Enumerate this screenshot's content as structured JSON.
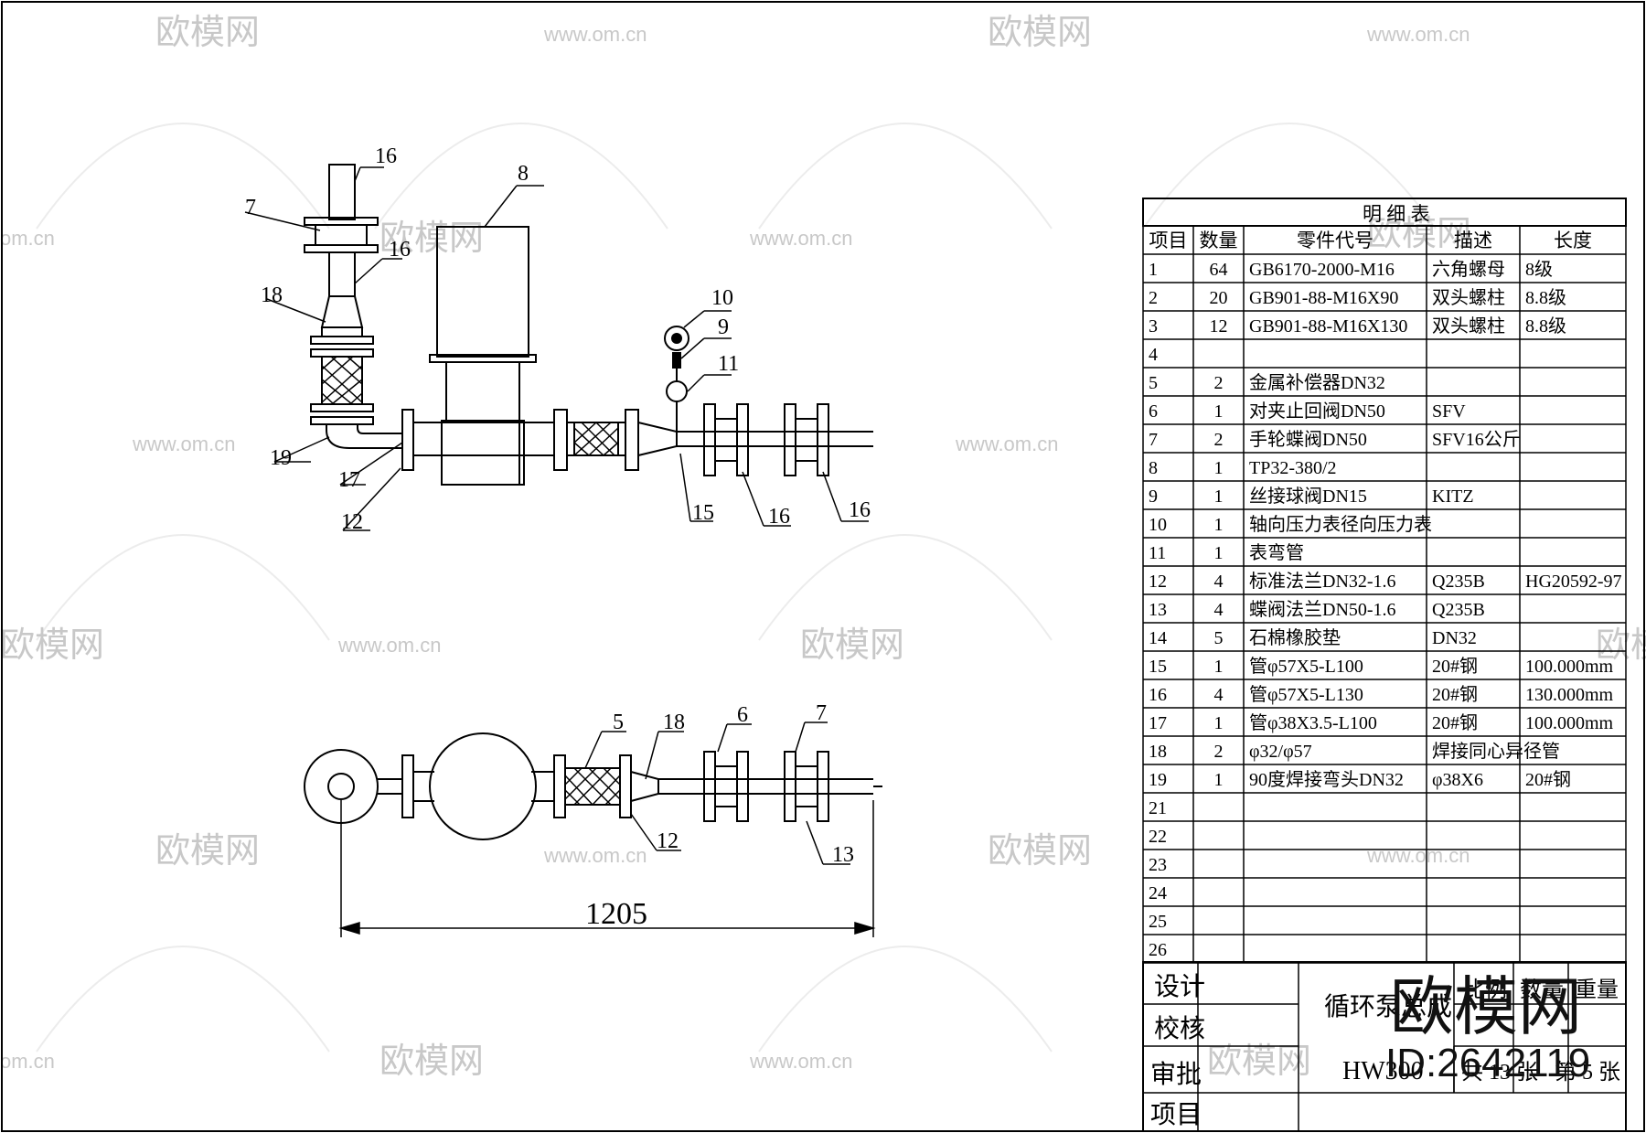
{
  "watermark": {
    "brand": "欧模网",
    "site": "www.om.cn",
    "site_short": "om.cn",
    "partial_brand": "欧模网",
    "big_brand": "欧模网",
    "id_text": "ID:2642119"
  },
  "callouts": {
    "c16a": "16",
    "c7a": "7",
    "c16b": "16",
    "c18a": "18",
    "c8": "8",
    "c10": "10",
    "c9": "9",
    "c11": "11",
    "c19": "19",
    "c17": "17",
    "c12a": "12",
    "c15": "15",
    "c16c": "16",
    "c16d": "16",
    "c5": "5",
    "c18b": "18",
    "c6": "6",
    "c7b": "7",
    "c12b": "12",
    "c13": "13"
  },
  "dimension": "1205",
  "bom": {
    "title": "明 细 表",
    "headers": [
      "项目",
      "数量",
      "零件代号",
      "描述",
      "长度"
    ],
    "rows": [
      [
        "1",
        "64",
        "GB6170-2000-M16",
        "六角螺母",
        "8级"
      ],
      [
        "2",
        "20",
        "GB901-88-M16X90",
        "双头螺柱",
        "8.8级"
      ],
      [
        "3",
        "12",
        "GB901-88-M16X130",
        "双头螺柱",
        "8.8级"
      ],
      [
        "4",
        "",
        "",
        "",
        ""
      ],
      [
        "5",
        "2",
        "金属补偿器DN32",
        "",
        ""
      ],
      [
        "6",
        "1",
        "对夹止回阀DN50",
        "SFV",
        ""
      ],
      [
        "7",
        "2",
        "手轮蝶阀DN50",
        "SFV16公斤",
        ""
      ],
      [
        "8",
        "1",
        "TP32-380/2",
        "",
        ""
      ],
      [
        "9",
        "1",
        "丝接球阀DN15",
        "KITZ",
        ""
      ],
      [
        "10",
        "1",
        "轴向压力表径向压力表",
        "",
        ""
      ],
      [
        "11",
        "1",
        "表弯管",
        "",
        ""
      ],
      [
        "12",
        "4",
        "标准法兰DN32-1.6",
        "Q235B",
        "HG20592-97"
      ],
      [
        "13",
        "4",
        "蝶阀法兰DN50-1.6",
        "Q235B",
        ""
      ],
      [
        "14",
        "5",
        "石棉橡胶垫",
        "DN32",
        ""
      ],
      [
        "15",
        "1",
        "管φ57X5-L100",
        "20#钢",
        "100.000mm"
      ],
      [
        "16",
        "4",
        "管φ57X5-L130",
        "20#钢",
        "130.000mm"
      ],
      [
        "17",
        "1",
        "管φ38X3.5-L100",
        "20#钢",
        "100.000mm"
      ],
      [
        "18",
        "2",
        "φ32/φ57",
        "焊接同心异径管",
        ""
      ],
      [
        "19",
        "1",
        "90度焊接弯头DN32",
        "φ38X6",
        "20#钢"
      ],
      [
        "21",
        "",
        "",
        "",
        ""
      ],
      [
        "22",
        "",
        "",
        "",
        ""
      ],
      [
        "23",
        "",
        "",
        "",
        ""
      ],
      [
        "24",
        "",
        "",
        "",
        ""
      ],
      [
        "25",
        "",
        "",
        "",
        ""
      ],
      [
        "26",
        "",
        "",
        "",
        ""
      ]
    ]
  },
  "title_block": {
    "design": "设计",
    "check": "校核",
    "approve": "审批",
    "item": "项目",
    "drawing_name": "循环泵总成",
    "drawing_no": "HW300",
    "quantity": "数量",
    "weight": "重量",
    "scale_label": "比例",
    "total_sheets": "共 13 张",
    "sheet_no": "第 5 张"
  }
}
